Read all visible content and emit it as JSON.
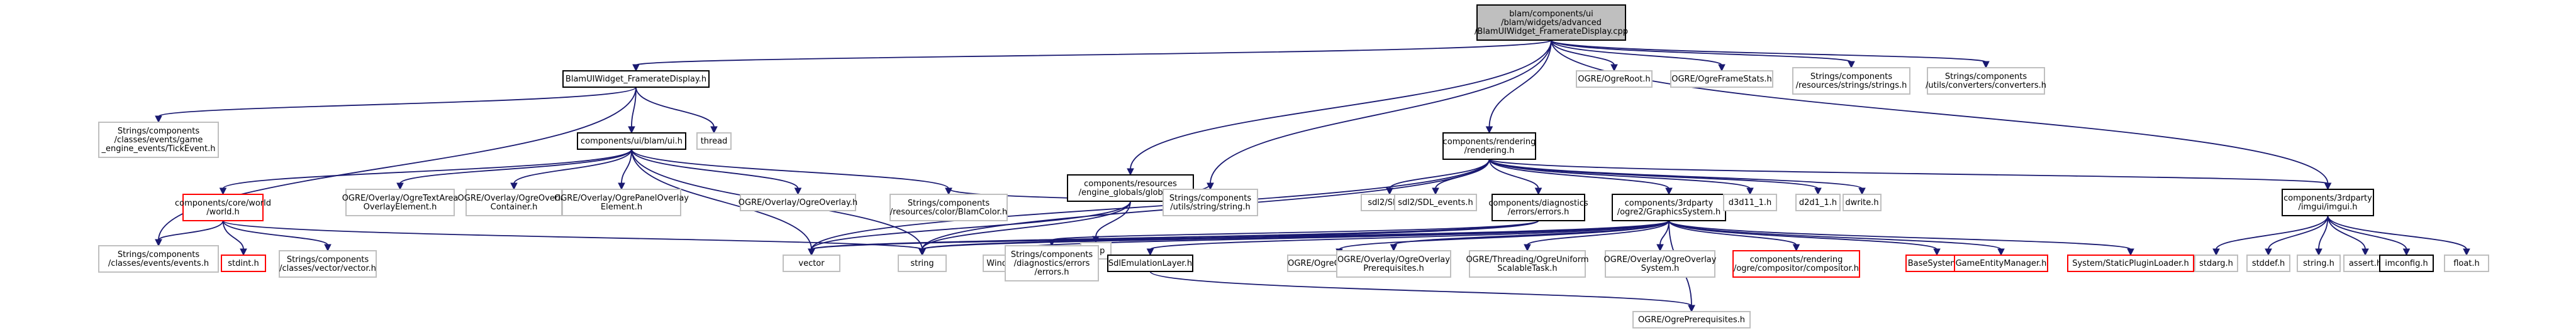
{
  "colors": {
    "edge": "#191970",
    "border_default": "#000000",
    "border_external": "#bfbfbf",
    "border_missing": "#ff0000",
    "fill_root": "#bfbfbf",
    "fill_default": "#ffffff"
  },
  "nodes": [
    {
      "id": "root",
      "lines": [
        "blam/components/ui",
        "/blam/widgets/advanced",
        "/BlamUIWidget_FramerateDisplay.cpp"
      ],
      "kind": "root"
    },
    {
      "id": "bwfd",
      "lines": [
        "BlamUIWidget_FramerateDisplay.h"
      ],
      "kind": "default"
    },
    {
      "id": "tick",
      "lines": [
        "Strings/components",
        "/classes/events/game",
        "_engine_events/TickEvent.h"
      ],
      "kind": "external"
    },
    {
      "id": "uih",
      "lines": [
        "components/ui/blam/ui.h"
      ],
      "kind": "default"
    },
    {
      "id": "thread",
      "lines": [
        "thread"
      ],
      "kind": "external"
    },
    {
      "id": "globals",
      "lines": [
        "components/resources",
        "/engine_globals/globals.h"
      ],
      "kind": "default"
    },
    {
      "id": "rendering",
      "lines": [
        "components/rendering",
        "/rendering.h"
      ],
      "kind": "default"
    },
    {
      "id": "ogreroot",
      "lines": [
        "OGRE/OgreRoot.h"
      ],
      "kind": "external"
    },
    {
      "id": "framestats",
      "lines": [
        "OGRE/OgreFrameStats.h"
      ],
      "kind": "external"
    },
    {
      "id": "strings",
      "lines": [
        "Strings/components",
        "/resources/strings/strings.h"
      ],
      "kind": "external"
    },
    {
      "id": "converters",
      "lines": [
        "Strings/components",
        "/utils/converters/converters.h"
      ],
      "kind": "external"
    },
    {
      "id": "world",
      "lines": [
        "components/core/world",
        "/world.h"
      ],
      "kind": "missing"
    },
    {
      "id": "textarea",
      "lines": [
        "OGRE/Overlay/OgreTextArea",
        "OverlayElement.h"
      ],
      "kind": "external"
    },
    {
      "id": "overlaycontainer",
      "lines": [
        "OGRE/Overlay/OgreOverlay",
        "Container.h"
      ],
      "kind": "external"
    },
    {
      "id": "panel",
      "lines": [
        "OGRE/Overlay/OgrePanelOverlay",
        "Element.h"
      ],
      "kind": "external"
    },
    {
      "id": "overlay",
      "lines": [
        "OGRE/Overlay/OgreOverlay.h"
      ],
      "kind": "external"
    },
    {
      "id": "blamcolor",
      "lines": [
        "Strings/components",
        "/resources/color/BlamColor.h"
      ],
      "kind": "external"
    },
    {
      "id": "map",
      "lines": [
        "map"
      ],
      "kind": "external"
    },
    {
      "id": "stringh",
      "lines": [
        "Strings/components",
        "/utils/string/string.h"
      ],
      "kind": "external"
    },
    {
      "id": "sdl2",
      "lines": [
        "sdl2/SDL.h"
      ],
      "kind": "external"
    },
    {
      "id": "sdl2events",
      "lines": [
        "sdl2/SDL_events.h"
      ],
      "kind": "external"
    },
    {
      "id": "errors",
      "lines": [
        "components/diagnostics",
        "/errors/errors.h"
      ],
      "kind": "default"
    },
    {
      "id": "graphics",
      "lines": [
        "components/3rdparty",
        "/ogre2/GraphicsSystem.h"
      ],
      "kind": "default"
    },
    {
      "id": "d3d11",
      "lines": [
        "d3d11_1.h"
      ],
      "kind": "external"
    },
    {
      "id": "d2d1",
      "lines": [
        "d2d1_1.h"
      ],
      "kind": "external"
    },
    {
      "id": "dwrite",
      "lines": [
        "dwrite.h"
      ],
      "kind": "external"
    },
    {
      "id": "imgui",
      "lines": [
        "components/3rdparty",
        "/imgui/imgui.h"
      ],
      "kind": "default"
    },
    {
      "id": "events",
      "lines": [
        "Strings/components",
        "/classes/events/events.h"
      ],
      "kind": "external"
    },
    {
      "id": "stdint",
      "lines": [
        "stdint.h"
      ],
      "kind": "missing"
    },
    {
      "id": "vectorh",
      "lines": [
        "Strings/components",
        "/classes/vector/vector.h"
      ],
      "kind": "external"
    },
    {
      "id": "vector",
      "lines": [
        "vector"
      ],
      "kind": "external"
    },
    {
      "id": "string",
      "lines": [
        "string"
      ],
      "kind": "external"
    },
    {
      "id": "windows",
      "lines": [
        "Windows.h"
      ],
      "kind": "external"
    },
    {
      "id": "errorsstr",
      "lines": [
        "Strings/components",
        "/diagnostics/errors",
        "/errors.h"
      ],
      "kind": "external"
    },
    {
      "id": "sdlemu",
      "lines": [
        "SdlEmulationLayer.h"
      ],
      "kind": "default"
    },
    {
      "id": "colourvalue",
      "lines": [
        "OGRE/OgreColourValue.h"
      ],
      "kind": "external"
    },
    {
      "id": "overlayprereq",
      "lines": [
        "OGRE/Overlay/OgreOverlay",
        "Prerequisites.h"
      ],
      "kind": "external"
    },
    {
      "id": "threading",
      "lines": [
        "OGRE/Threading/OgreUniform",
        "ScalableTask.h"
      ],
      "kind": "external"
    },
    {
      "id": "overlaysystem",
      "lines": [
        "OGRE/Overlay/OgreOverlay",
        "System.h"
      ],
      "kind": "external"
    },
    {
      "id": "compositor",
      "lines": [
        "components/rendering",
        "/ogre/compositor/compositor.h"
      ],
      "kind": "missing"
    },
    {
      "id": "basesystem",
      "lines": [
        "BaseSystem.h"
      ],
      "kind": "missing"
    },
    {
      "id": "gem",
      "lines": [
        "GameEntityManager.h"
      ],
      "kind": "missing"
    },
    {
      "id": "staticplugin",
      "lines": [
        "System/StaticPluginLoader.h"
      ],
      "kind": "missing"
    },
    {
      "id": "prereq",
      "lines": [
        "OGRE/OgrePrerequisites.h"
      ],
      "kind": "external"
    },
    {
      "id": "stdarg",
      "lines": [
        "stdarg.h"
      ],
      "kind": "external"
    },
    {
      "id": "stddef",
      "lines": [
        "stddef.h"
      ],
      "kind": "external"
    },
    {
      "id": "stringh2",
      "lines": [
        "string.h"
      ],
      "kind": "external"
    },
    {
      "id": "asserth",
      "lines": [
        "assert.h"
      ],
      "kind": "external"
    },
    {
      "id": "imconfig",
      "lines": [
        "imconfig.h"
      ],
      "kind": "default"
    },
    {
      "id": "floath",
      "lines": [
        "float.h"
      ],
      "kind": "external"
    }
  ],
  "edges": [
    [
      "root",
      "bwfd"
    ],
    [
      "root",
      "globals"
    ],
    [
      "root",
      "rendering"
    ],
    [
      "root",
      "ogreroot"
    ],
    [
      "root",
      "framestats"
    ],
    [
      "root",
      "strings"
    ],
    [
      "root",
      "converters"
    ],
    [
      "root",
      "stringh"
    ],
    [
      "root",
      "imgui"
    ],
    [
      "bwfd",
      "tick"
    ],
    [
      "bwfd",
      "uih"
    ],
    [
      "bwfd",
      "thread"
    ],
    [
      "bwfd",
      "events"
    ],
    [
      "uih",
      "world"
    ],
    [
      "uih",
      "textarea"
    ],
    [
      "uih",
      "overlaycontainer"
    ],
    [
      "uih",
      "panel"
    ],
    [
      "uih",
      "overlay"
    ],
    [
      "uih",
      "blamcolor"
    ],
    [
      "uih",
      "vector"
    ],
    [
      "uih",
      "string"
    ],
    [
      "globals",
      "blamcolor"
    ],
    [
      "globals",
      "map"
    ],
    [
      "globals",
      "stringh"
    ],
    [
      "globals",
      "vector"
    ],
    [
      "globals",
      "string"
    ],
    [
      "rendering",
      "sdl2"
    ],
    [
      "rendering",
      "sdl2events"
    ],
    [
      "rendering",
      "errors"
    ],
    [
      "rendering",
      "graphics"
    ],
    [
      "rendering",
      "d3d11"
    ],
    [
      "rendering",
      "d2d1"
    ],
    [
      "rendering",
      "dwrite"
    ],
    [
      "rendering",
      "imgui"
    ],
    [
      "rendering",
      "vector"
    ],
    [
      "rendering",
      "string"
    ],
    [
      "world",
      "events"
    ],
    [
      "world",
      "stdint"
    ],
    [
      "world",
      "vectorh"
    ],
    [
      "world",
      "string"
    ],
    [
      "errors",
      "errorsstr"
    ],
    [
      "errors",
      "vector"
    ],
    [
      "errors",
      "string"
    ],
    [
      "graphics",
      "vector"
    ],
    [
      "graphics",
      "string"
    ],
    [
      "graphics",
      "windows"
    ],
    [
      "graphics",
      "sdlemu"
    ],
    [
      "graphics",
      "colourvalue"
    ],
    [
      "graphics",
      "overlayprereq"
    ],
    [
      "graphics",
      "threading"
    ],
    [
      "graphics",
      "overlaysystem"
    ],
    [
      "graphics",
      "compositor"
    ],
    [
      "graphics",
      "basesystem"
    ],
    [
      "graphics",
      "gem"
    ],
    [
      "graphics",
      "staticplugin"
    ],
    [
      "graphics",
      "prereq"
    ],
    [
      "sdlemu",
      "prereq"
    ],
    [
      "imgui",
      "stdarg"
    ],
    [
      "imgui",
      "stddef"
    ],
    [
      "imgui",
      "stringh2"
    ],
    [
      "imgui",
      "asserth"
    ],
    [
      "imgui",
      "imconfig"
    ],
    [
      "imgui",
      "floath"
    ]
  ]
}
